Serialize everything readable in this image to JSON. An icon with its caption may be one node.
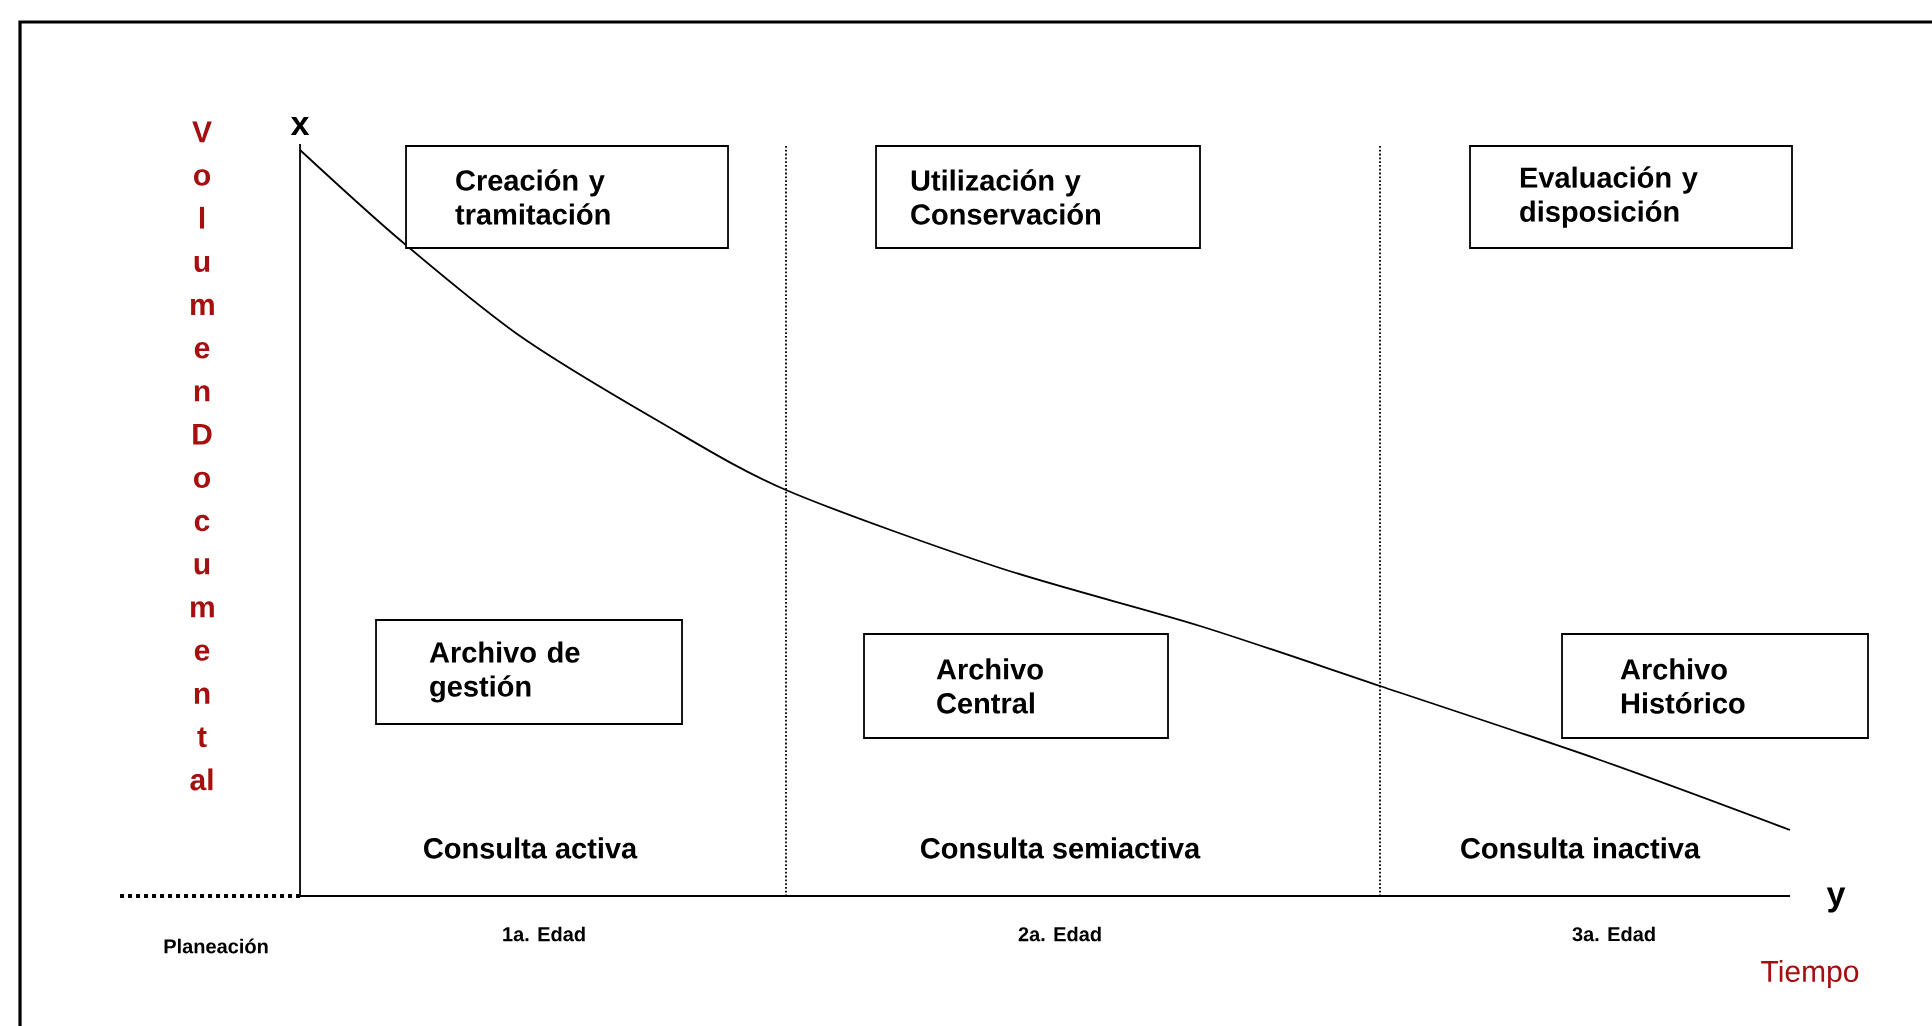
{
  "diagram": {
    "nodes": [
      {
        "text": [
          "Creación y tramitación"
        ]
      },
      {
        "text": [
          "Utilización y Conservación"
        ]
      },
      {
        "text": [
          "Evaluación y disposición"
        ]
      },
      {
        "text": [
          "Archivo de gestión"
        ]
      },
      {
        "text": [
          "Archivo Central"
        ]
      },
      {
        "text": [
          "Archivo Histórico"
        ]
      }
    ],
    "labels": [
      "Volumen Documental",
      "x",
      "Consulta activa",
      "Consulta semiactiva",
      "Consulta inactiva",
      "y",
      "Planeación",
      "1a. Edad",
      "2a. Edad",
      "3a. Edad",
      "Tiempo"
    ]
  }
}
